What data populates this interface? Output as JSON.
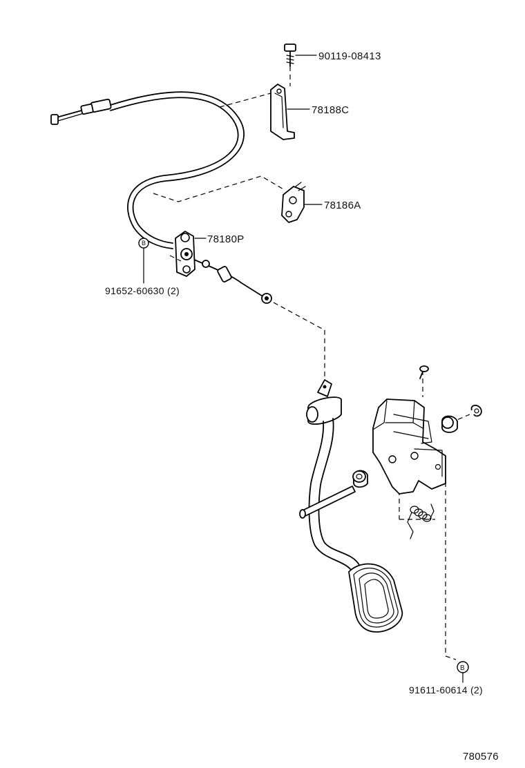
{
  "labels": {
    "bolt_top": "90119-08413",
    "bracket_c": "78188C",
    "clamp_a": "78186A",
    "cable_p": "78180P",
    "bolt_b_left": "91652-60630 (2)",
    "bolt_b_right": "91611-60614 (2)",
    "diagram_number": "780576"
  },
  "markers": {
    "b_left": "B",
    "b_right": "B"
  }
}
